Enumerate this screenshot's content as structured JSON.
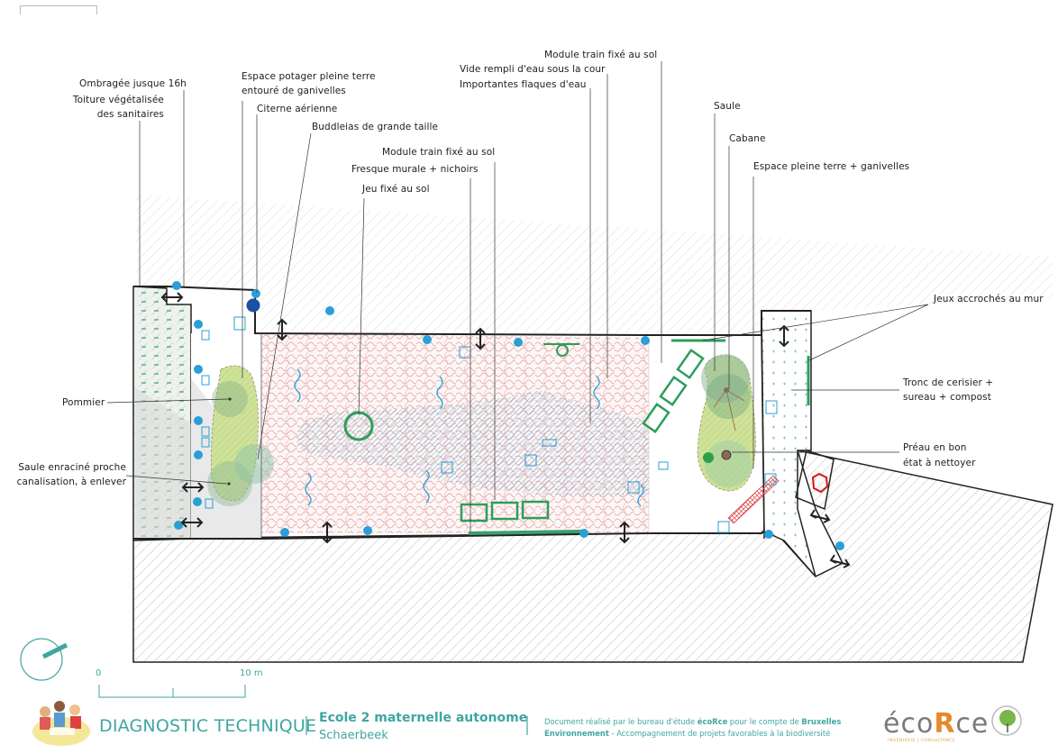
{
  "document": {
    "type": "site plan / diagnostic technique",
    "title": "DIAGNOSTIC TECHNIQUE",
    "school": "Ecole 2 maternelle autonome",
    "commune": "Schaerbeek",
    "credit_line1_a": "Document réalisé par le bureau d'étude ",
    "credit_line1_b": "écoRce",
    "credit_line1_c": " pour le compte de ",
    "credit_line1_d": "Bruxelles",
    "credit_line2_a": "Environnement",
    "credit_line2_b": " - Accompagnement de projets favorables à la biodiversité",
    "logo_text_a": "éco",
    "logo_text_b": "R",
    "logo_text_c": "ce",
    "logo_sub": "INGÉNIERIE | CONSULTANCE"
  },
  "scale_bar": {
    "start_label": "0",
    "end_label": "10 m"
  },
  "compass": {
    "icon": "north-arrow-icon"
  },
  "annotations": {
    "ombragee": "Ombragée jusque 16h",
    "toiture": "Toiture végétalisée",
    "toiture2": "des sanitaires",
    "potager": "Espace potager pleine terre",
    "potager2": "entouré de ganivelles",
    "citerne": "Citerne aérienne",
    "buddleias": "Buddleias de grande taille",
    "module_train_1": "Module train fixé au sol",
    "fresque": "Fresque murale + nichoirs",
    "jeu_fixe": "Jeu fixé au sol",
    "module_train_2": "Module train fixé au sol",
    "vide": "Vide rempli d'eau sous la cour",
    "flaques": "Importantes flaques d'eau",
    "saule": "Saule",
    "cabane": "Cabane",
    "pleine_terre": "Espace pleine terre + ganivelles",
    "jeux_mur": "Jeux accrochés au mur",
    "tronc": "Tronc de cerisier +",
    "tronc2": "sureau + compost",
    "preau": "Préau en bon",
    "preau2": "état à nettoyer",
    "pommier": "Pommier",
    "saule_enr": "Saule enraciné proche",
    "saule_enr2": "canalisation, à enlever"
  },
  "colors": {
    "accent_teal": "#3fa6a0",
    "water_blue": "#2a9fd6",
    "green": "#2e9e5b",
    "red_ground": "#d46a6a",
    "hatch_grey": "#c8c8c8"
  }
}
